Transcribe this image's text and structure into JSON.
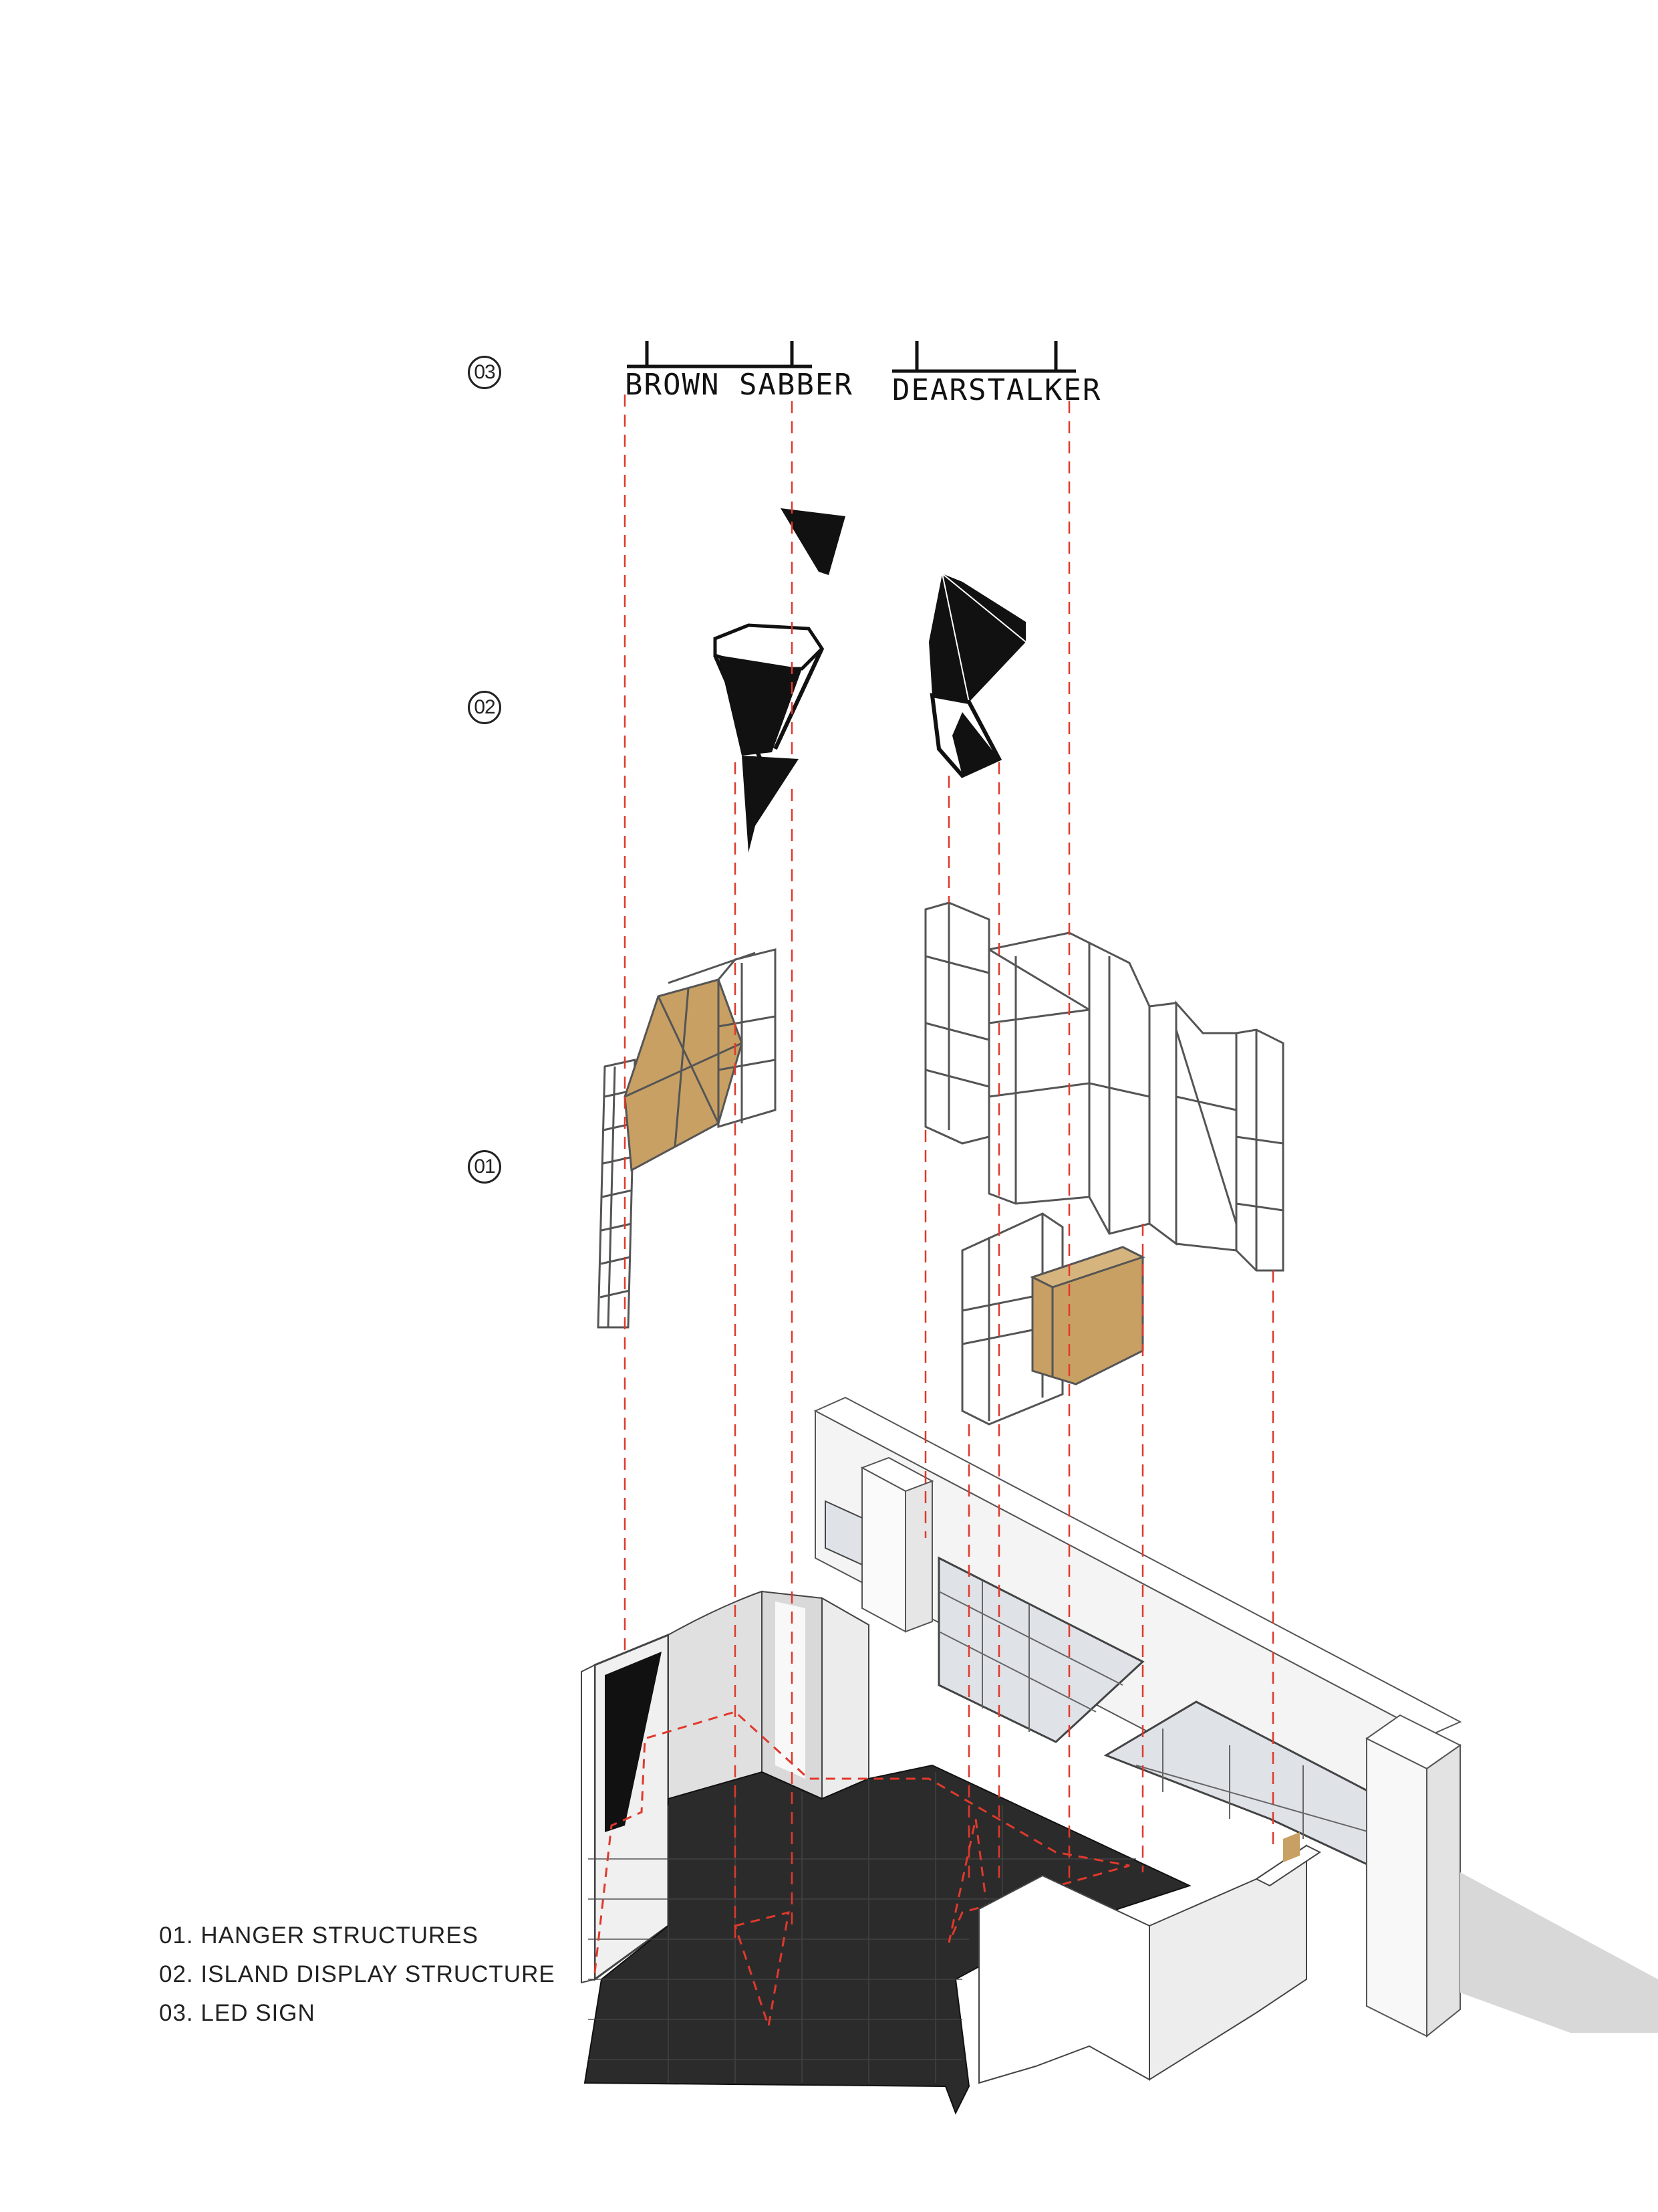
{
  "markers": {
    "m03": "03",
    "m02": "02",
    "m01": "01"
  },
  "signs": {
    "left": "BROWN SABBER",
    "right": "DEARSTALKER"
  },
  "legend": {
    "item1": "01. HANGER STRUCTURES",
    "item2": "02. ISLAND DISPLAY STRUCTURE",
    "item3": "03. LED SIGN"
  },
  "colors": {
    "guide": "#e0392c",
    "wood": "#c8a064",
    "floor": "#2b2b2b",
    "ink": "#111111",
    "glass": "#dfe3e8"
  }
}
